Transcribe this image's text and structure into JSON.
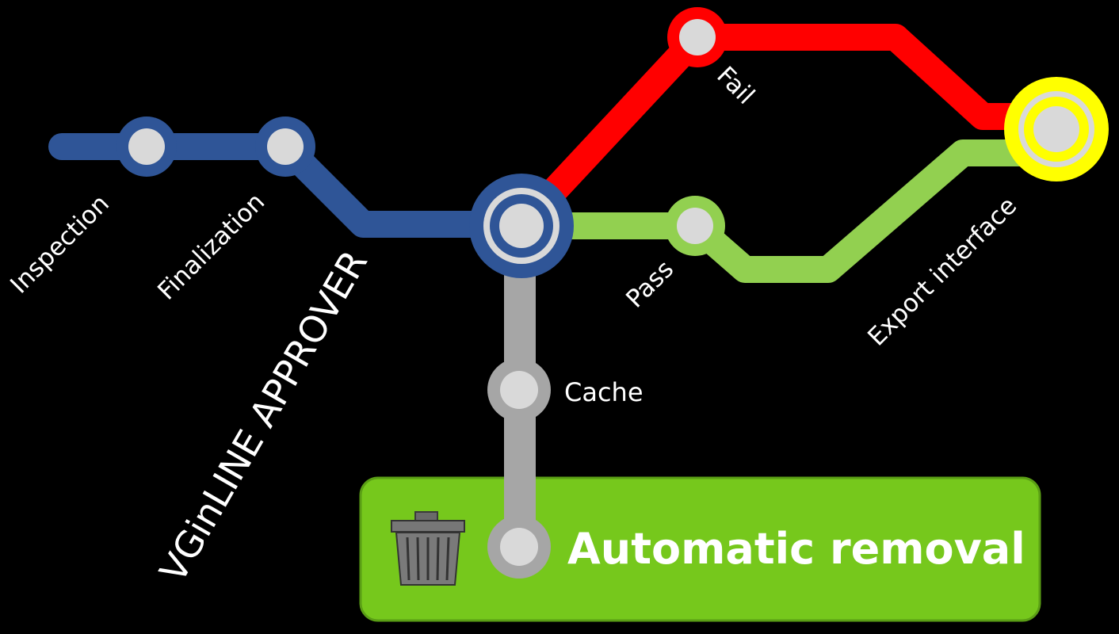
{
  "colors": {
    "background": "#000000",
    "blue_line": "#2f5597",
    "red_line": "#ff0000",
    "green_line": "#92d050",
    "gray_line": "#a6a6a6",
    "station_fill": "#d9d9d9",
    "export_ring": "#ffff00",
    "removal_box": "#76c81c",
    "removal_box_border": "#5a9e15",
    "text": "#ffffff"
  },
  "stations": {
    "inspection": "Inspection",
    "finalization": "Finalization",
    "fail": "Fail",
    "pass": "Pass",
    "export": "Export interface",
    "cache": "Cache"
  },
  "hub_title": "VGinLINE APPROVER",
  "removal": {
    "label": "Automatic removal",
    "icon": "trash-can-icon"
  }
}
